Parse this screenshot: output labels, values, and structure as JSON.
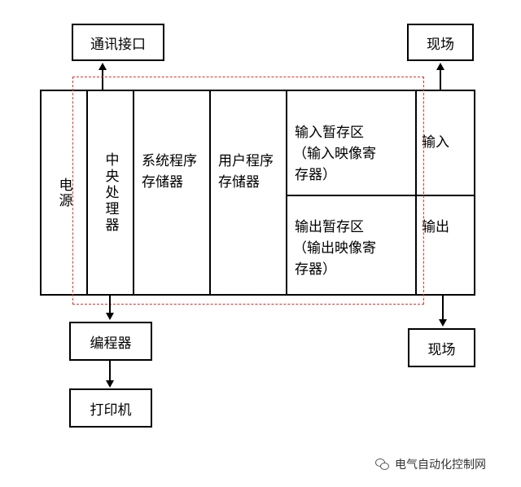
{
  "top_left_box": "通讯接口",
  "top_right_box": "现场",
  "bottom_right_box": "现场",
  "programmer_box": "编程器",
  "printer_box": "打印机",
  "columns": {
    "power": "电源",
    "cpu": "中央处理器",
    "system_memory": "系统程序存储器",
    "user_memory": "用户程序存储器",
    "input_buffer_line1": "输入暂存区",
    "input_buffer_line2": "（输入映像寄",
    "input_buffer_line3": "存器）",
    "output_buffer_line1": "输出暂存区",
    "output_buffer_line2": "（输出映像寄",
    "output_buffer_line3": "存器）",
    "input": "输入",
    "output": "输出"
  },
  "watermark": "电气自动化控制网",
  "colors": {
    "line": "#000000",
    "dashed_border": "#e03030"
  }
}
